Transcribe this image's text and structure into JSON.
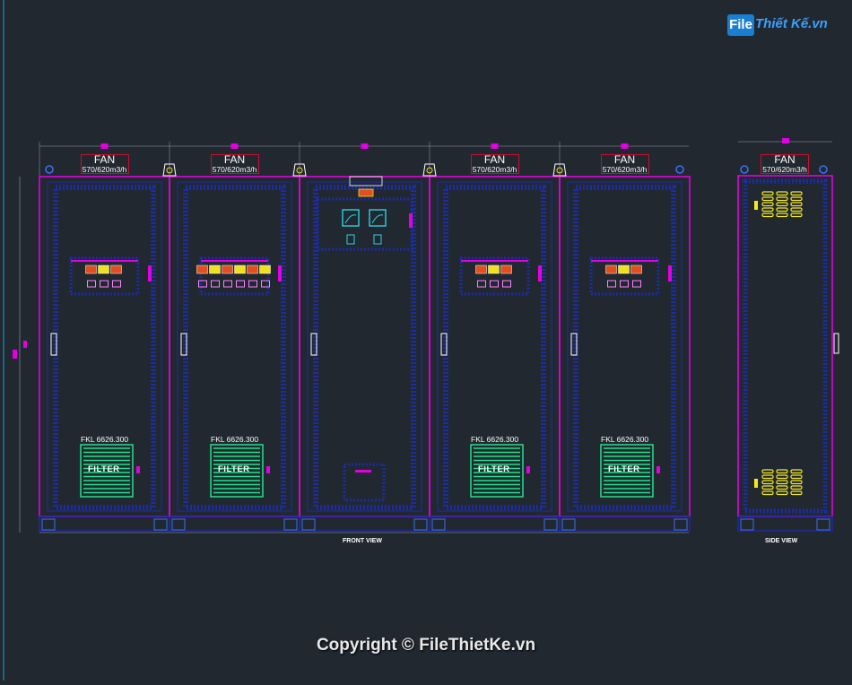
{
  "logo": {
    "badge": "File",
    "rest": "Thiết Kế.vn"
  },
  "fan": {
    "title": "FAN",
    "spec": "570/620m3/h"
  },
  "filter": {
    "model": "FKL 6626.300",
    "label": "FILTER"
  },
  "views": {
    "front": "FRONT VIEW",
    "side": "SIDE VIEW"
  },
  "copyright": "Copyright © FileThietKe.vn",
  "colors": {
    "background": "#212830",
    "panel": "#e100e1",
    "frame": "#1c2ca8",
    "filter": "#22e08a",
    "fan_box": "#c8102e",
    "yellow": "#f4ea20"
  }
}
